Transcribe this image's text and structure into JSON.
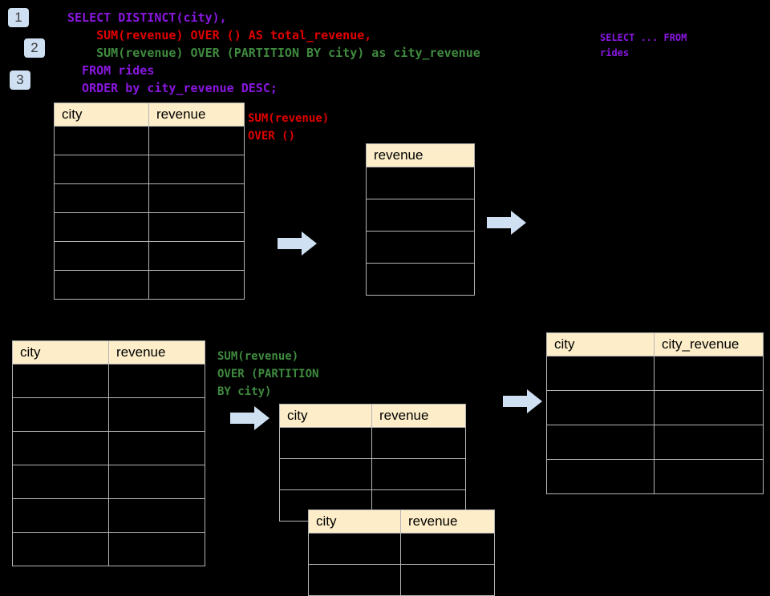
{
  "page": {
    "background": "#000000",
    "header_fill": "#fdeec9",
    "arrow_fill": "#cfe0f2",
    "badge_fill": "#cfe0f2",
    "border_color": "#b5b5b5"
  },
  "steps": [
    {
      "label": "1"
    },
    {
      "label": "2"
    },
    {
      "label": "3"
    }
  ],
  "sql": {
    "line1": "SELECT DISTINCT(city),",
    "line2": "    SUM(revenue) OVER () AS total_revenue,",
    "line3": "    SUM(revenue) OVER (PARTITION BY city) as city_revenue",
    "line4": "  FROM rides",
    "line5": "  ORDER by city_revenue DESC;",
    "colors": {
      "line1": "#8a17e0",
      "line2": "#e00000",
      "line3": "#3f8a3f",
      "line4": "#8a17e0",
      "line5": "#8a17e0"
    }
  },
  "side_note": {
    "text": "SELECT ... FROM\nrides",
    "color": "#8a17e0"
  },
  "annotations": {
    "over_empty": {
      "text": "SUM(revenue)\nOVER ()",
      "color": "#e00000"
    },
    "partition_by_city": {
      "text": "SUM(revenue)\nOVER (PARTITION\nBY city)",
      "color": "#3f8a3f"
    }
  },
  "tables": {
    "rides_top": {
      "name": "rides-source-table-top",
      "headers": [
        "city",
        "revenue"
      ],
      "row_count": 6,
      "rows": [
        [
          "",
          ""
        ],
        [
          "",
          ""
        ],
        [
          "",
          ""
        ],
        [
          "",
          ""
        ],
        [
          "",
          ""
        ],
        [
          "",
          ""
        ]
      ]
    },
    "total_revenue": {
      "name": "total-revenue-table",
      "headers": [
        "revenue"
      ],
      "row_count": 4,
      "rows": [
        [
          ""
        ],
        [
          ""
        ],
        [
          ""
        ],
        [
          ""
        ]
      ]
    },
    "rides_bottom": {
      "name": "rides-source-table-bottom",
      "headers": [
        "city",
        "revenue"
      ],
      "row_count": 6,
      "rows": [
        [
          "",
          ""
        ],
        [
          "",
          ""
        ],
        [
          "",
          ""
        ],
        [
          "",
          ""
        ],
        [
          "",
          ""
        ],
        [
          "",
          ""
        ]
      ]
    },
    "partition_back": {
      "name": "partition-group-table-back",
      "headers": [
        "city",
        "revenue"
      ],
      "row_count": 3,
      "rows": [
        [
          "",
          ""
        ],
        [
          "",
          ""
        ],
        [
          "",
          ""
        ]
      ]
    },
    "partition_front": {
      "name": "partition-group-table-front",
      "headers": [
        "city",
        "revenue"
      ],
      "row_count": 2,
      "rows": [
        [
          "",
          ""
        ],
        [
          "",
          ""
        ]
      ]
    },
    "result": {
      "name": "city-revenue-result-table",
      "headers": [
        "city",
        "city_revenue"
      ],
      "row_count": 4,
      "rows": [
        [
          "",
          ""
        ],
        [
          "",
          ""
        ],
        [
          "",
          ""
        ],
        [
          "",
          ""
        ]
      ]
    }
  },
  "arrows": [
    {
      "name": "arrow-to-total-revenue"
    },
    {
      "name": "arrow-total-revenue-out"
    },
    {
      "name": "arrow-to-partition-groups"
    },
    {
      "name": "arrow-to-result"
    }
  ]
}
